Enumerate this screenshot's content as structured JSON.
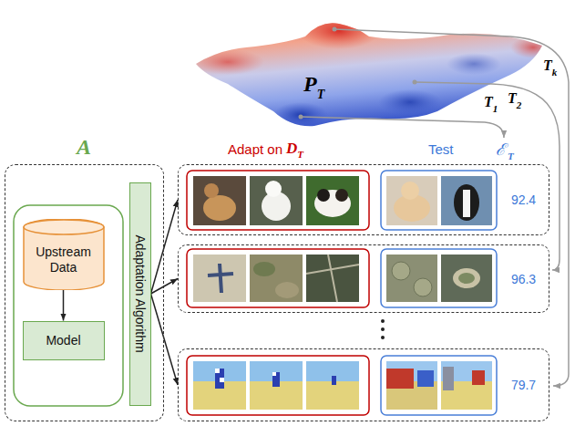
{
  "diagram": {
    "nodes": [
      {
        "text": [
          "A"
        ]
      },
      {
        "text": [
          "Upstream Data"
        ],
        "in": 0
      },
      {
        "text": [
          "Model"
        ],
        "in": 0
      },
      {
        "text": [
          "Adaptation Algorithm"
        ],
        "in": 0
      },
      {
        "text": [
          "92.4"
        ]
      },
      {
        "text": [
          "96.3"
        ]
      },
      {
        "text": [
          "79.7"
        ]
      }
    ],
    "edges": [
      {
        "from": 1,
        "to": 2,
        "arrow": "to"
      },
      {
        "from": 3,
        "to": 4,
        "arrow": "to"
      },
      {
        "from": 3,
        "to": 5,
        "arrow": "to"
      },
      {
        "from": 3,
        "to": 6,
        "arrow": "to"
      }
    ],
    "labels": [
      "P",
      "T",
      "T",
      "1",
      "T",
      "2",
      "T",
      "k",
      "Adapt on",
      "D",
      "T",
      "Test",
      "ℰ",
      "T"
    ]
  }
}
